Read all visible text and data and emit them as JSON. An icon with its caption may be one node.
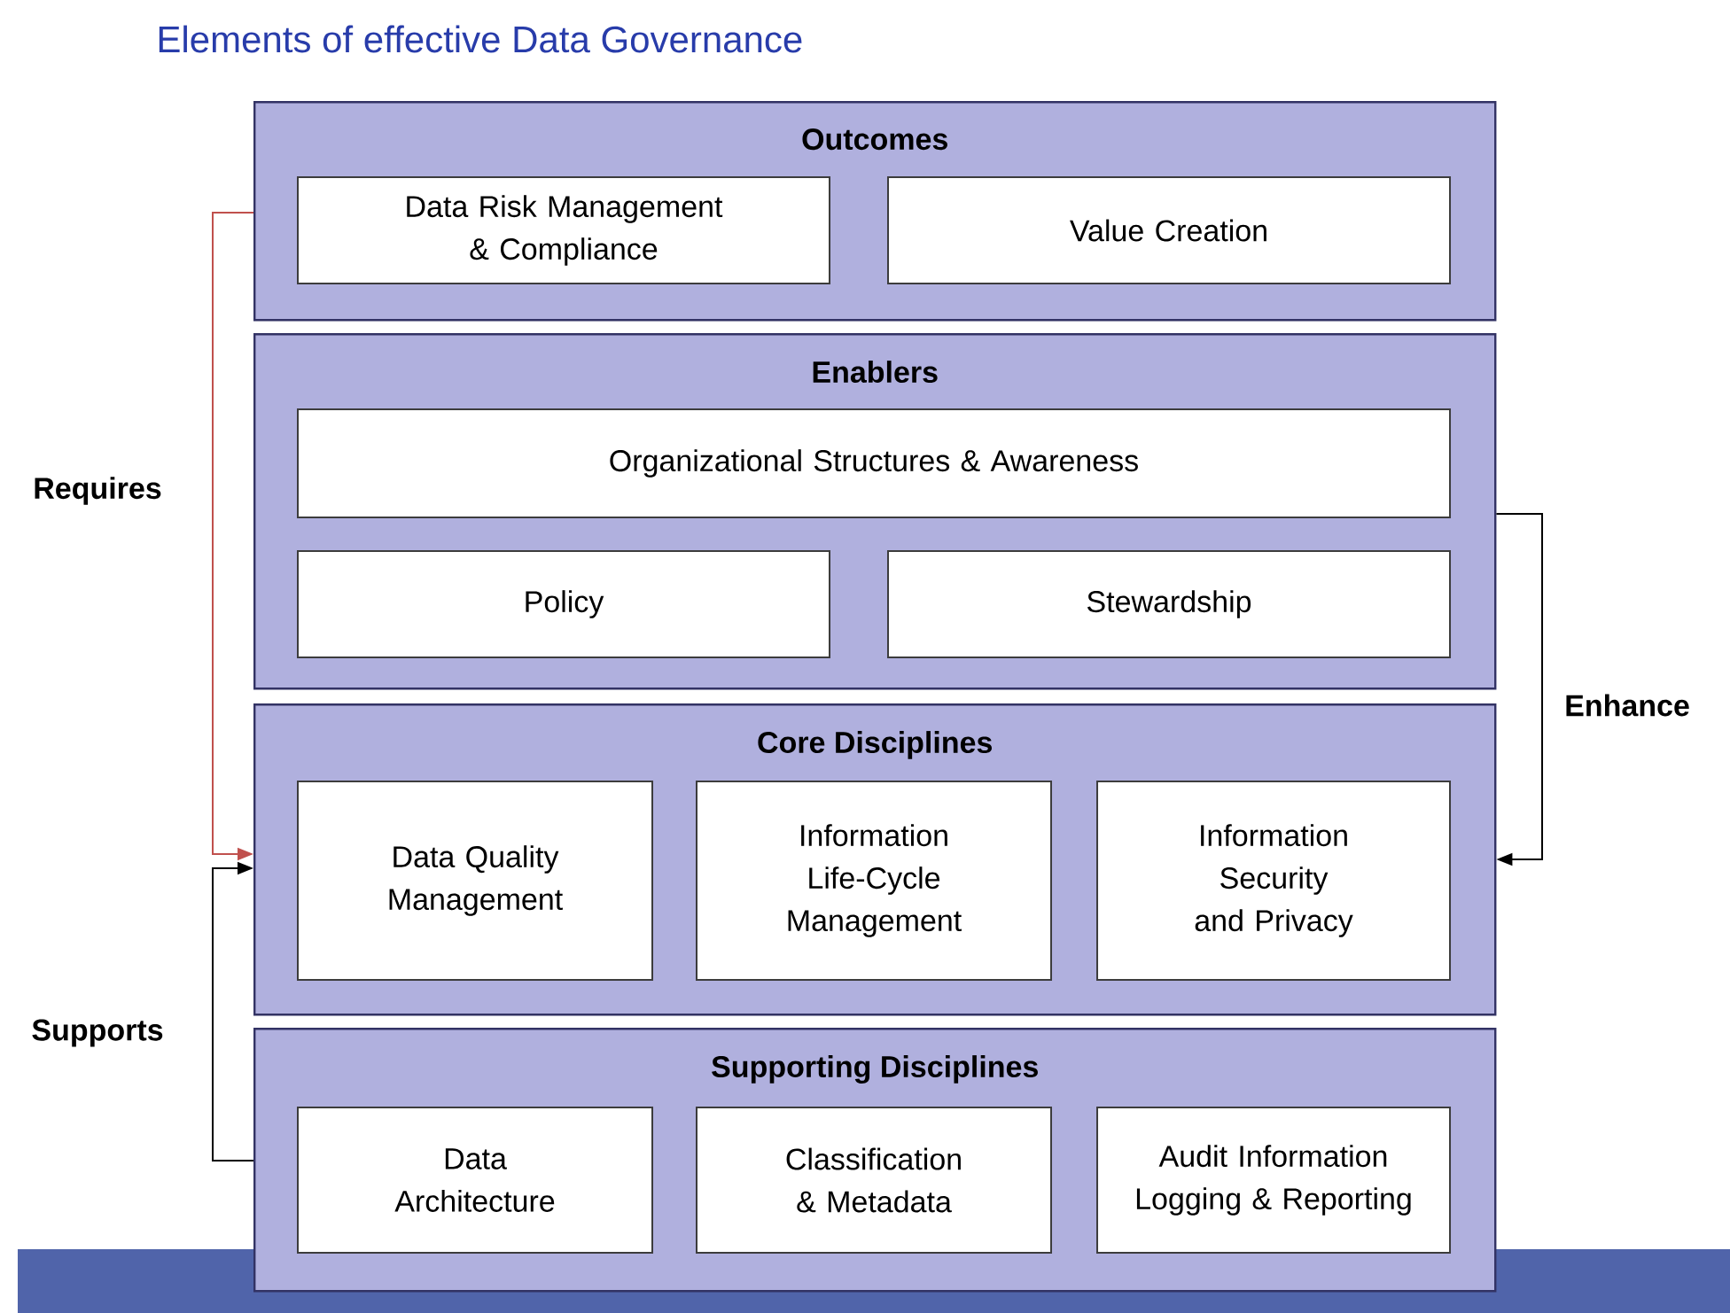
{
  "diagram": {
    "title": "Elements of effective Data Governance",
    "nodes": [
      {
        "text": [
          "Outcomes"
        ]
      },
      {
        "text": [
          "Data Risk Management & Compliance"
        ],
        "in": 0
      },
      {
        "text": [
          "Value Creation"
        ],
        "in": 0
      },
      {
        "text": [
          "Enablers"
        ]
      },
      {
        "text": [
          "Organizational Structures & Awareness"
        ],
        "in": 3
      },
      {
        "text": [
          "Policy"
        ],
        "in": 3
      },
      {
        "text": [
          "Stewardship"
        ],
        "in": 3
      },
      {
        "text": [
          "Core Disciplines"
        ]
      },
      {
        "text": [
          "Data Quality Management"
        ],
        "in": 7
      },
      {
        "text": [
          "Information Life-Cycle Management"
        ],
        "in": 7
      },
      {
        "text": [
          "Information Security and Privacy"
        ],
        "in": 7
      },
      {
        "text": [
          "Supporting Disciplines"
        ]
      },
      {
        "text": [
          "Data Architecture"
        ],
        "in": 11
      },
      {
        "text": [
          "Classification & Metadata"
        ],
        "in": 11
      },
      {
        "text": [
          "Audit Information Logging & Reporting"
        ],
        "in": 11
      }
    ],
    "edges": [
      {
        "from": 0,
        "to": 7,
        "arrow": "to",
        "label": "Requires",
        "color": "#c0504d"
      },
      {
        "from": 11,
        "to": 7,
        "arrow": "to",
        "label": "Supports"
      },
      {
        "from": 3,
        "to": 7,
        "arrow": "to",
        "label": "Enhance"
      }
    ]
  }
}
